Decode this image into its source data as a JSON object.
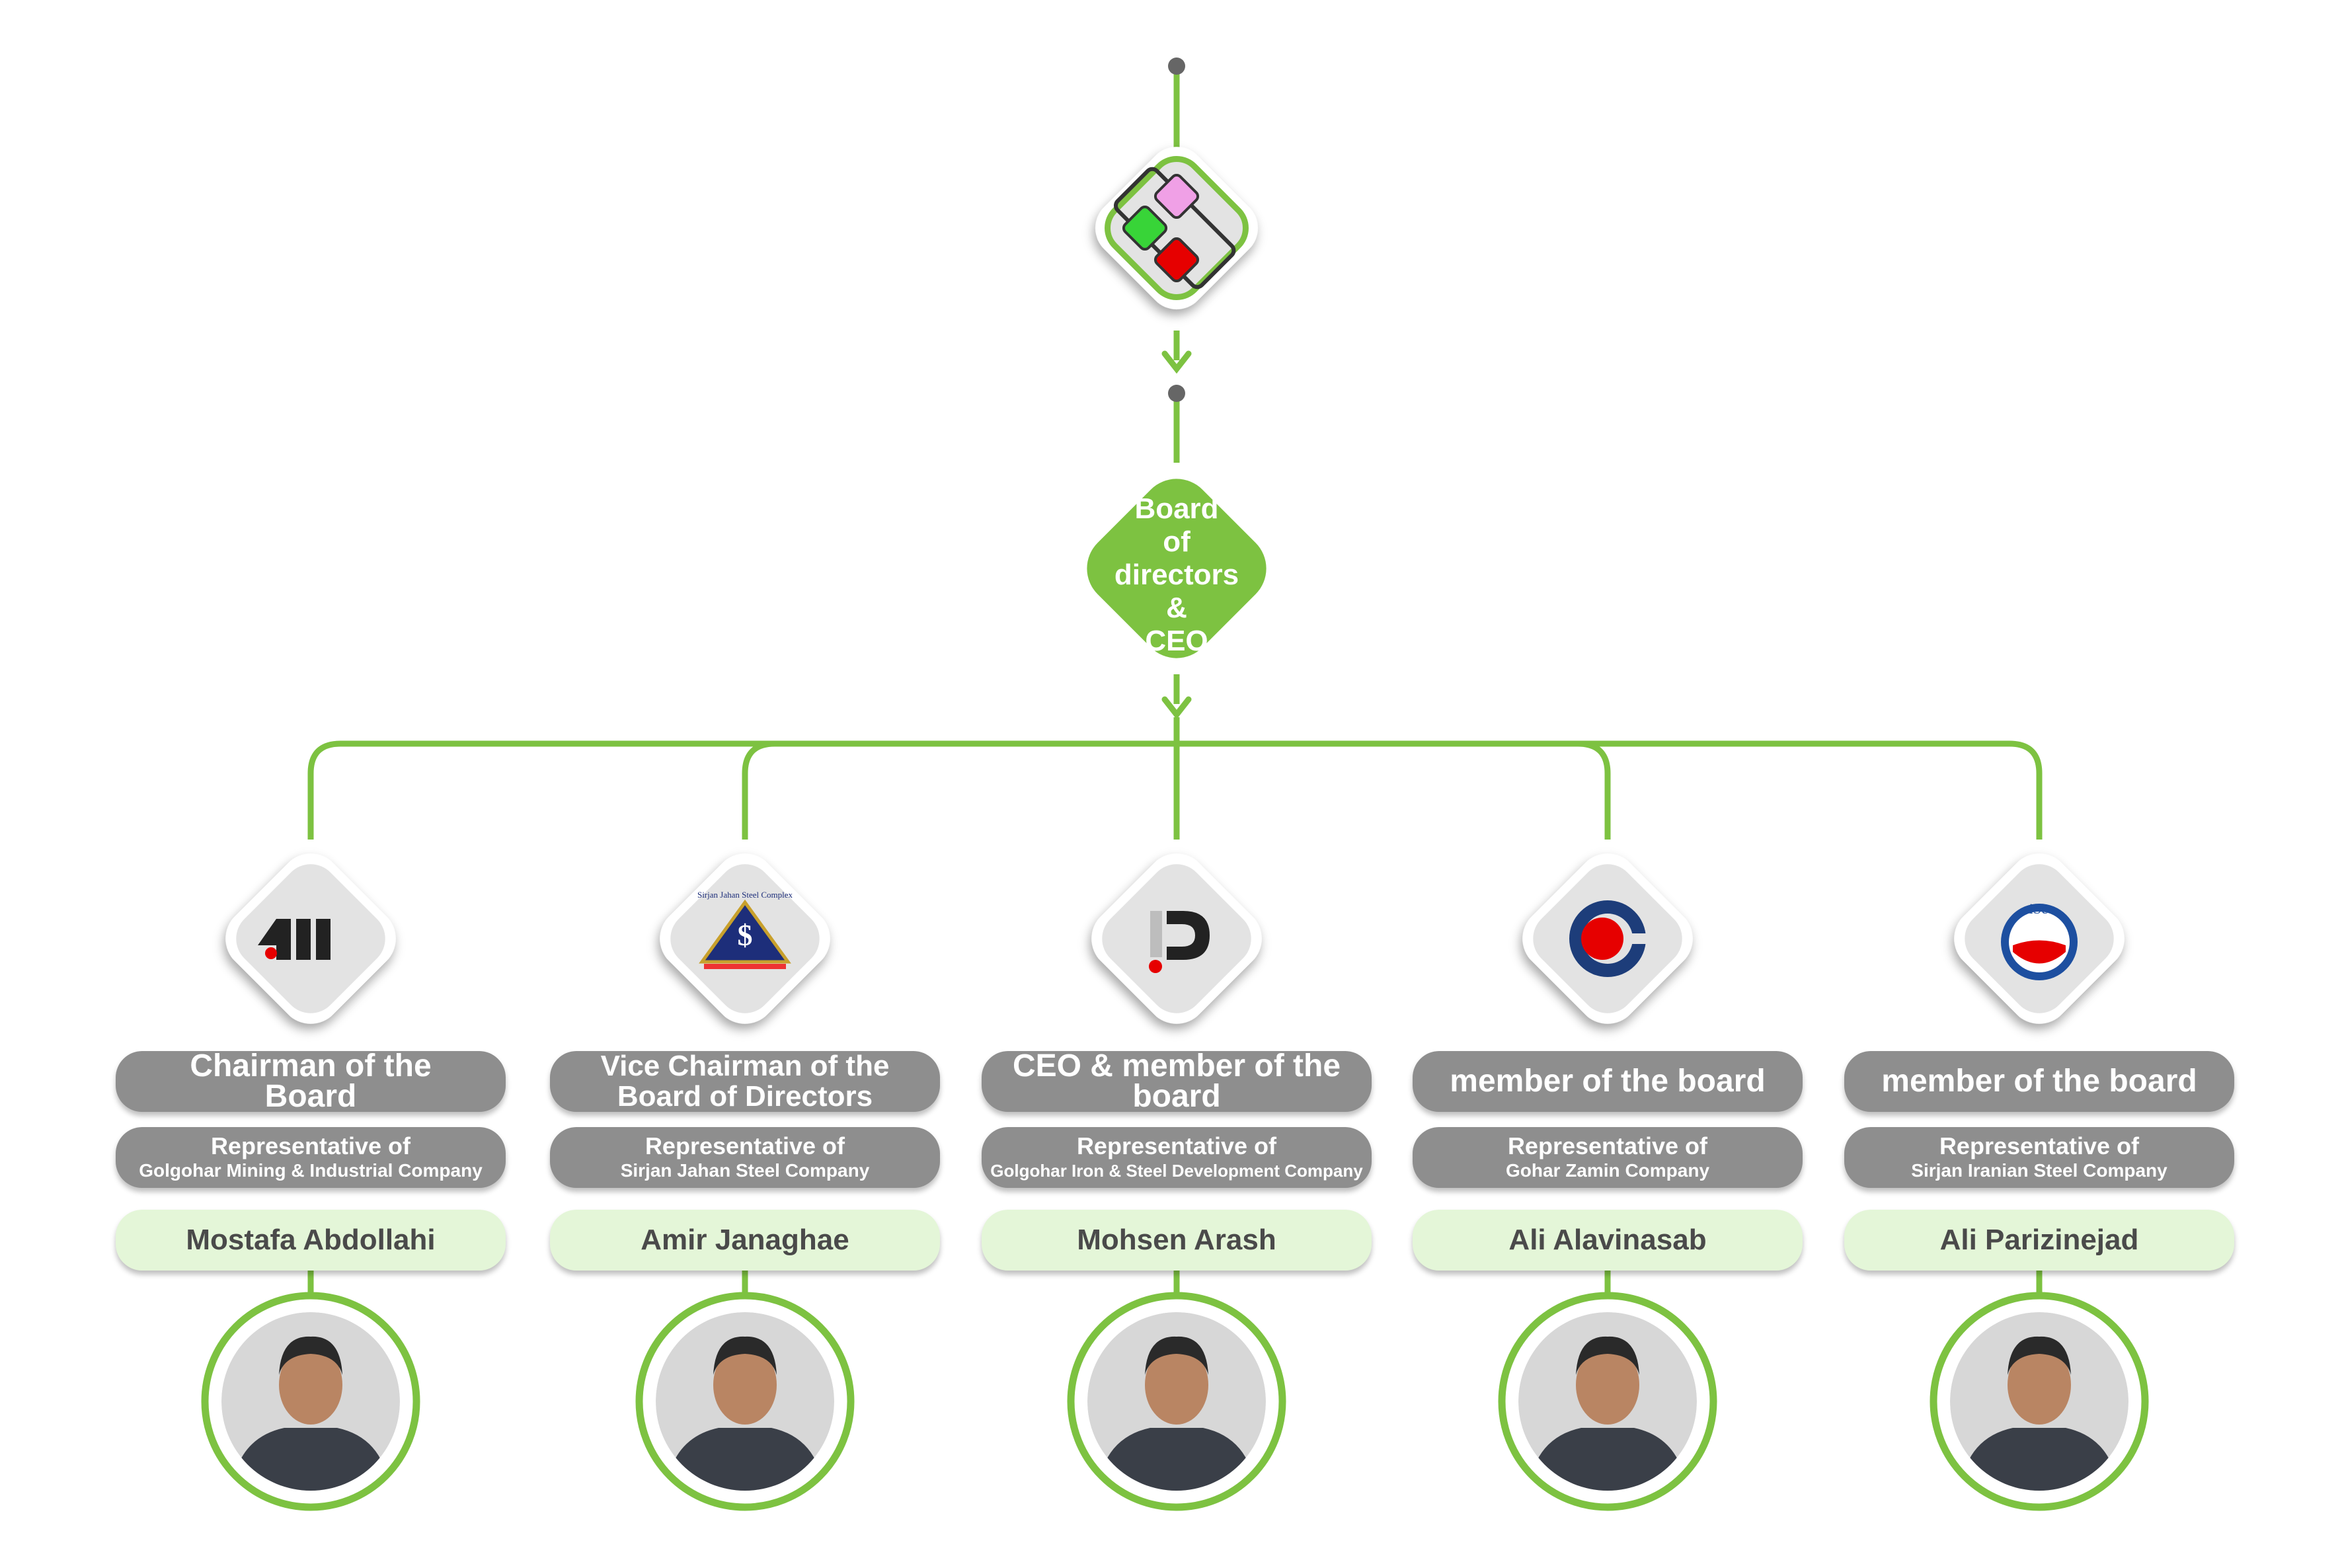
{
  "colors": {
    "accent": "#7dc241",
    "pill_gray": "#8e8e8e",
    "name_bg": "#e4f6d8",
    "diamond_bg": "#e3e3e3"
  },
  "top_logo": {
    "icon": "company-logo-three-squares"
  },
  "board": {
    "lines": [
      "Board",
      "of",
      "directors",
      "&",
      "CEO"
    ]
  },
  "members": [
    {
      "role": "Chairman of the Board",
      "rep_prefix": "Representative of",
      "company": "Golgohar Mining & Industrial Company",
      "name": "Mostafa Abdollahi",
      "logo_icon": "golgohar-mining-logo",
      "photo_icon": "person-photo"
    },
    {
      "role": "Vice Chairman of the Board of Directors",
      "rep_prefix": "Representative of",
      "company": "Sirjan Jahan Steel Company",
      "name": "Amir Janaghae",
      "logo_icon": "sirjan-jahan-steel-logo",
      "logo_text": "Sirjan Jahan Steel Complex",
      "photo_icon": "person-photo"
    },
    {
      "role": "CEO & member of the board",
      "rep_prefix": "Representative of",
      "company": "Golgohar Iron & Steel Development Company",
      "name": "Mohsen Arash",
      "logo_icon": "golgohar-iron-steel-logo",
      "photo_icon": "person-photo"
    },
    {
      "role": "member of the board",
      "rep_prefix": "Representative of",
      "company": "Gohar  Zamin Company",
      "name": "Ali Alavinasab",
      "logo_icon": "gohar-zamin-logo",
      "photo_icon": "person-photo"
    },
    {
      "role": "member of the board",
      "rep_prefix": "Representative of",
      "company": "Sirjan Iranian Steel Company",
      "name": "Ali Parizinejad",
      "logo_icon": "sisco-logo",
      "logo_text": "siSco",
      "photo_icon": "person-photo"
    }
  ]
}
